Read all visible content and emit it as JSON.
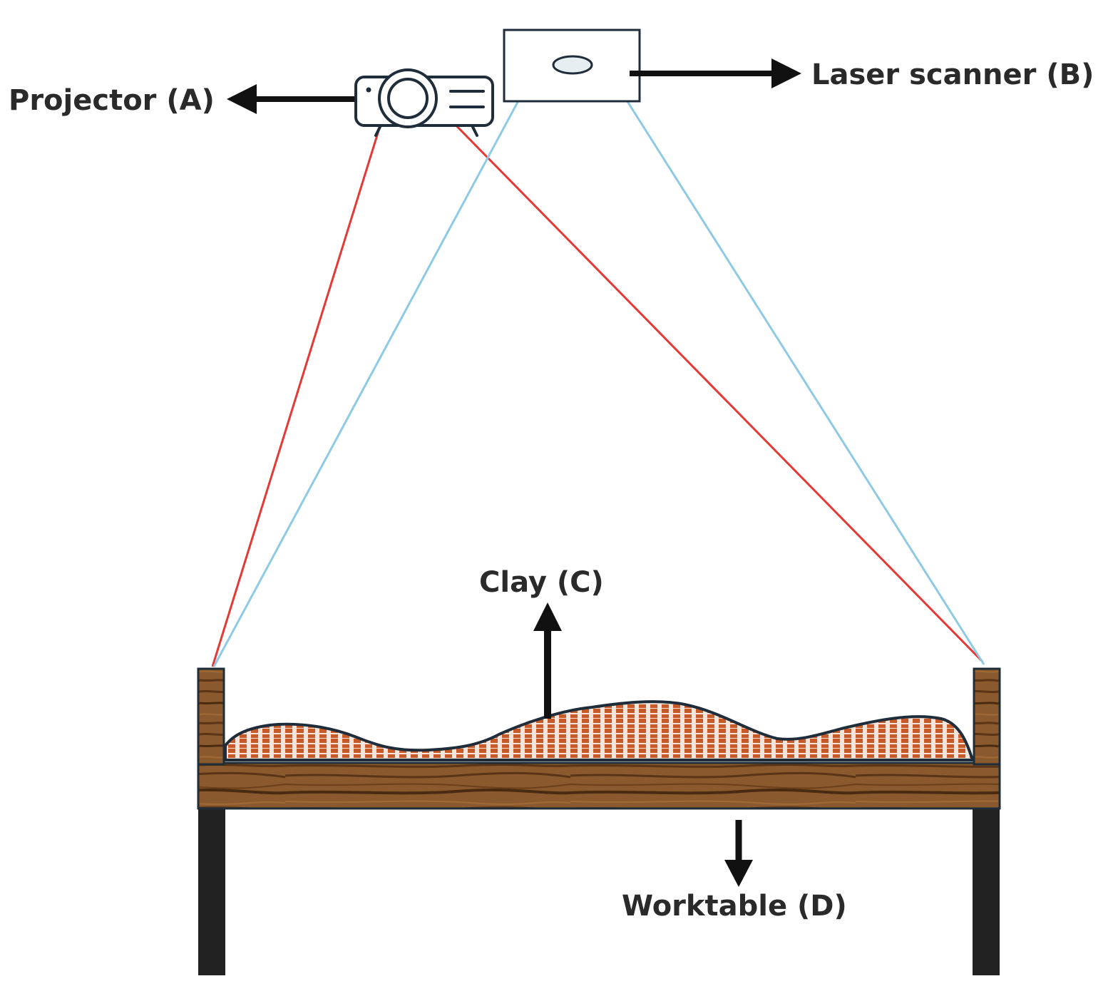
{
  "labels": {
    "projector": "Projector (A)",
    "laser_scanner": "Laser scanner (B)",
    "clay": "Clay (C)",
    "worktable": "Worktable (D)"
  },
  "colors": {
    "projector_rays": "#e53935",
    "scanner_rays": "#8ecae6",
    "outline": "#1f2d3a",
    "arrow": "#111111",
    "wood": "#7a4a22",
    "wood_dark": "#4a2a10",
    "clay_fill": "#c85a28",
    "table_legs": "#222222"
  },
  "icons": {
    "projector": "projector-icon",
    "scanner": "laser-scanner-icon"
  }
}
